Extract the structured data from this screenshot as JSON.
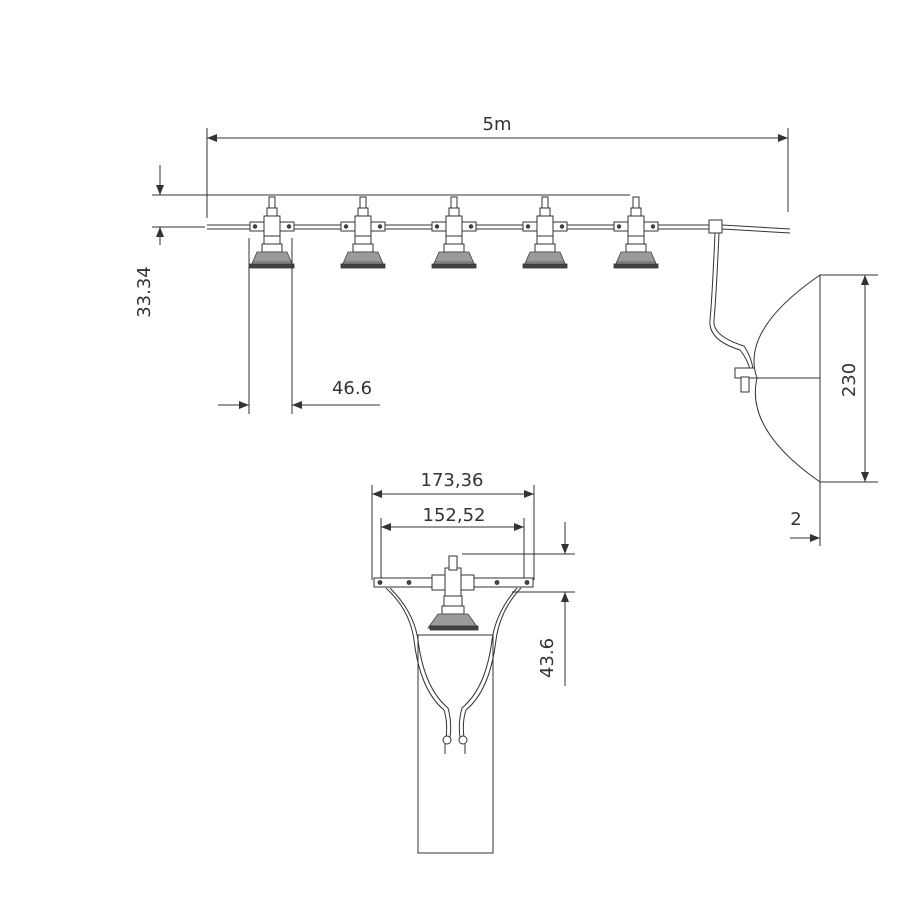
{
  "dimensions": {
    "total_length": "5m",
    "fixture_height": "33.34",
    "fixture_width": "46.6",
    "canopy_height": "230",
    "canopy_depth": "2",
    "bracket_outer_width": "173,36",
    "bracket_inner_width": "152,52",
    "bracket_drop": "43.6"
  },
  "fixtures": {
    "count": 5
  },
  "colors": {
    "line": "#333333",
    "fill": "#ffffff",
    "shade": "#444444",
    "mid": "#9a9a9a"
  }
}
